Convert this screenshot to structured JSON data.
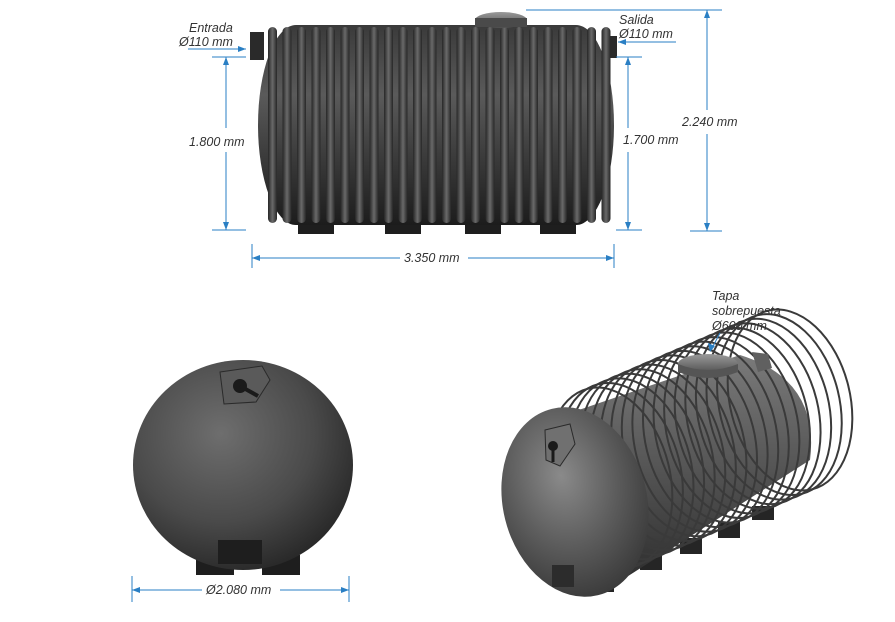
{
  "labels": {
    "inlet_name": "Entrada",
    "inlet_diameter": "Ø110 mm",
    "outlet_name": "Salida",
    "outlet_diameter": "Ø110 mm",
    "lid_line1": "Tapa",
    "lid_line2": "sobrepuesta",
    "lid_diameter": "Ø600 mm"
  },
  "dimensions": {
    "inlet_height": "1.800 mm",
    "outlet_height": "1.700 mm",
    "total_height": "2.240 mm",
    "length": "3.350 mm",
    "diameter": "Ø2.080 mm"
  },
  "colors": {
    "dimension_line": "#2a7fc4",
    "tank_body": "#4a4a4a",
    "tank_dark": "#262626",
    "label_text": "#333333"
  }
}
